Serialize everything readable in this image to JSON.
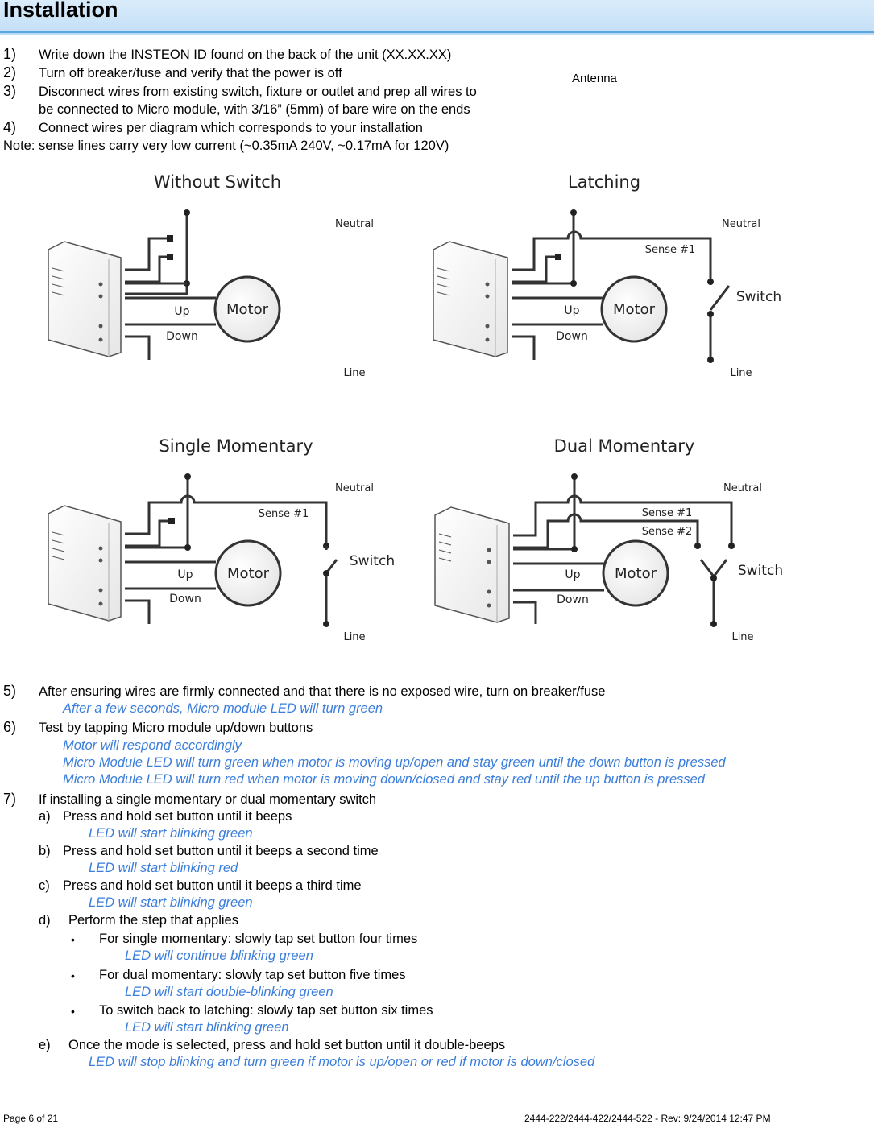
{
  "header": {
    "title": "Installation"
  },
  "steps_top": [
    {
      "num": "1)",
      "text": "Write down the INSTEON ID found on the back of the unit (XX.XX.XX)"
    },
    {
      "num": "2)",
      "text": "Turn off breaker/fuse and verify that the power is off"
    },
    {
      "num": "3)",
      "text": "Disconnect wires from existing switch, fixture or outlet and prep all wires to",
      "text2": "be connected to Micro module, with 3/16” (5mm) of bare wire on the ends"
    },
    {
      "num": "4)",
      "text": "Connect wires per diagram which corresponds to your installation"
    }
  ],
  "note": "Note: sense lines carry very low current (~0.35mA 240V, ~0.17mA for 120V)",
  "antenna_label": "Antenna",
  "diagrams": {
    "without_switch": {
      "title": "Without Switch",
      "neutral": "Neutral",
      "line": "Line",
      "up": "Up",
      "down": "Down",
      "motor": "Motor"
    },
    "latching": {
      "title": "Latching",
      "neutral": "Neutral",
      "line": "Line",
      "up": "Up",
      "down": "Down",
      "motor": "Motor",
      "sense1": "Sense #1",
      "switch": "Switch"
    },
    "single_momentary": {
      "title": "Single Momentary",
      "neutral": "Neutral",
      "line": "Line",
      "up": "Up",
      "down": "Down",
      "motor": "Motor",
      "sense1": "Sense #1",
      "switch": "Switch"
    },
    "dual_momentary": {
      "title": "Dual Momentary",
      "neutral": "Neutral",
      "line": "Line",
      "up": "Up",
      "down": "Down",
      "motor": "Motor",
      "sense1": "Sense #1",
      "sense2": "Sense #2",
      "switch": "Switch"
    }
  },
  "step5": {
    "num": "5)",
    "text": "After ensuring wires are firmly connected and that there is no exposed wire, turn on breaker/fuse",
    "result": "After a few seconds, Micro module LED will turn green"
  },
  "step6": {
    "num": "6)",
    "text": "Test by tapping Micro module up/down buttons",
    "results": [
      "Motor will respond accordingly",
      "Micro Module LED will turn green when motor is moving up/open and stay green until the down button is pressed",
      "Micro Module LED will turn red when motor is moving down/closed and stay red until the up button is pressed"
    ]
  },
  "step7": {
    "num": "7)",
    "text": "If installing a single momentary or dual momentary switch",
    "a": {
      "label": "a)",
      "text": "Press and hold set button until it beeps",
      "result": "LED will start blinking green"
    },
    "b": {
      "label": "b)",
      "text": "Press and hold set button until it beeps a second time",
      "result": "LED will start blinking red"
    },
    "c": {
      "label": "c)",
      "text": "Press and hold set button until it beeps a third time",
      "result": "LED will start blinking green"
    },
    "d": {
      "label": "d)",
      "text": "Perform the step that applies",
      "bullets": [
        {
          "mark": "•",
          "text": "For single momentary: slowly tap set button four times",
          "result": "LED will continue blinking green"
        },
        {
          "mark": "•",
          "text": "For dual momentary: slowly tap set button five times",
          "result": "LED will start double-blinking green"
        },
        {
          "mark": "•",
          "text": "To switch back to latching: slowly tap set button six times",
          "result": "LED will start blinking green"
        }
      ]
    },
    "e": {
      "label": "e)",
      "text": "Once the mode is selected, press and hold set button until it double-beeps",
      "result": "LED will stop blinking and turn green if motor is up/open or red if motor is down/closed"
    }
  },
  "footer": {
    "page": "Page 6 of 21",
    "doc": "2444-222/2444-422/2444-522 - Rev: 9/24/2014 12:47 PM"
  }
}
